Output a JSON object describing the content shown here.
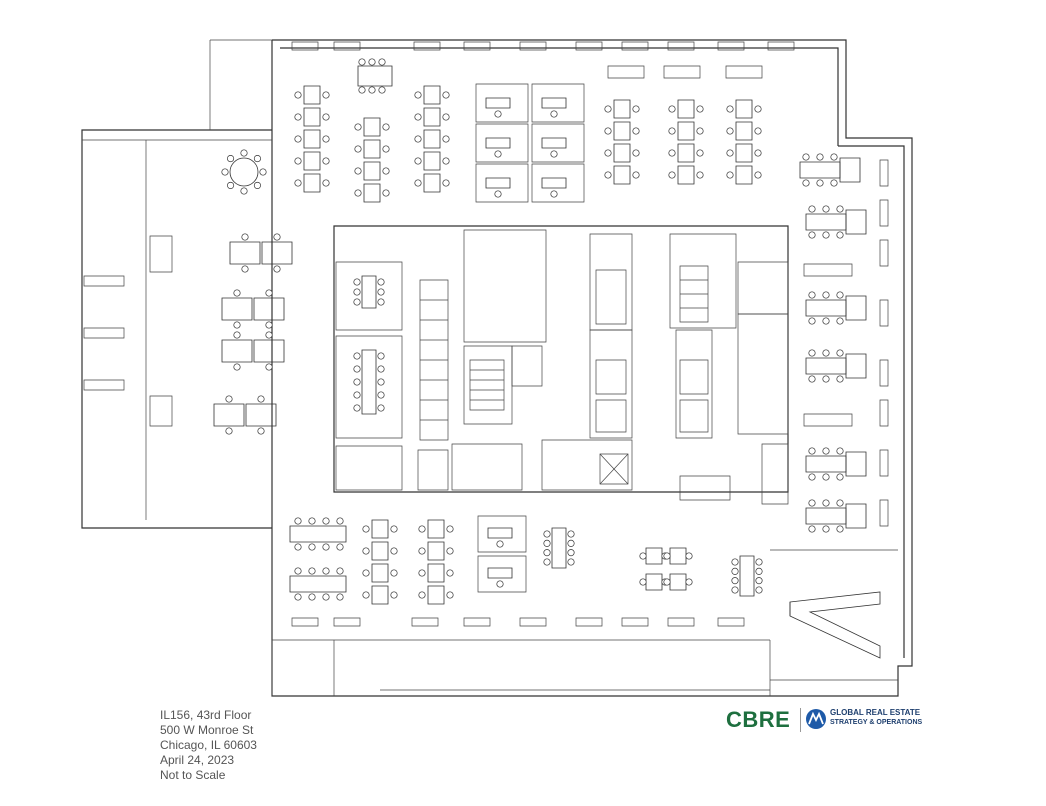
{
  "floorplan": {
    "caption": {
      "building_code_floor": "IL156, 43rd Floor",
      "street": "500 W Monroe St",
      "city": "Chicago, IL 60603",
      "date": "April 24, 2023",
      "scale_note": "Not to Scale"
    },
    "logo": {
      "cbre": "CBRE",
      "line1": "GLOBAL REAL ESTATE",
      "line2": "STRATEGY & OPERATIONS",
      "icon": "motorola-batwing-icon"
    },
    "colors": {
      "line": "#333333",
      "cbre_green": "#1e6f3f",
      "motorola_blue": "#1e5aa8"
    }
  }
}
